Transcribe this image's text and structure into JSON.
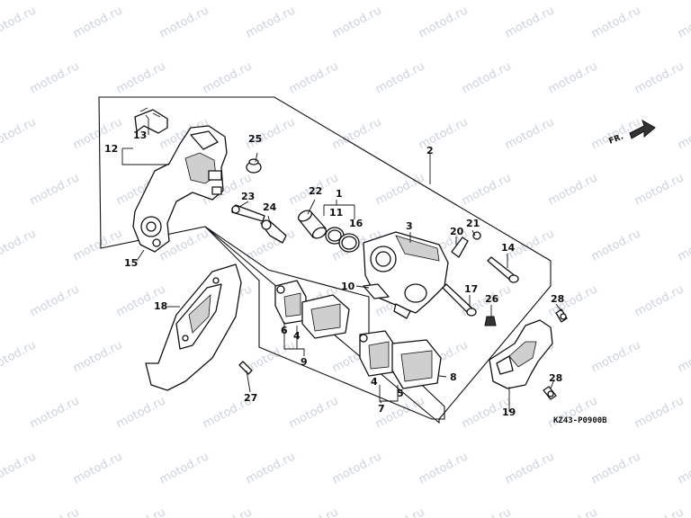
{
  "diagram": {
    "watermark_text": "motod.ru",
    "reference_code": "KZ43-P0900B",
    "direction_label": "FR.",
    "callouts": [
      "1",
      "2",
      "3",
      "4",
      "5",
      "6",
      "7",
      "8",
      "9",
      "10",
      "11",
      "12",
      "13",
      "14",
      "15",
      "16",
      "17",
      "18",
      "19",
      "20",
      "21",
      "22",
      "23",
      "24",
      "25",
      "26",
      "27",
      "28"
    ],
    "callout_28_second": "28",
    "callout_4_second": "4"
  }
}
